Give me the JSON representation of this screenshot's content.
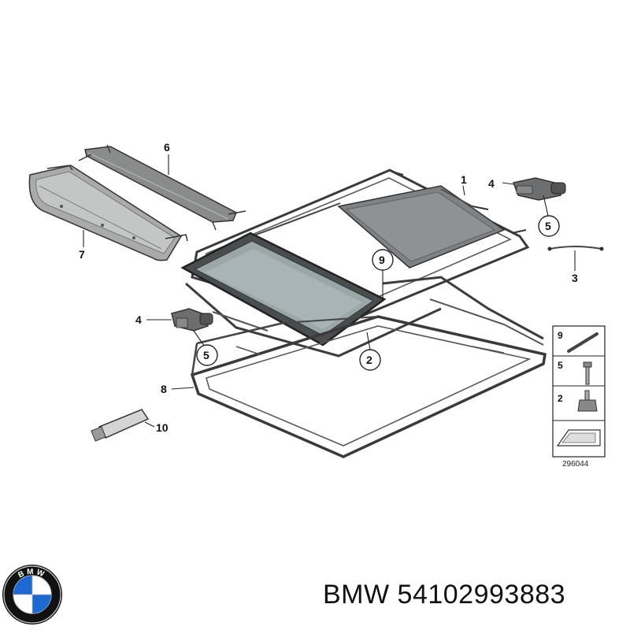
{
  "callouts": {
    "c1": "1",
    "c2": "2",
    "c3": "3",
    "c4a": "4",
    "c4b": "4",
    "c5a": "5",
    "c5b": "5",
    "c6": "6",
    "c7": "7",
    "c8": "8",
    "c9": "9",
    "c10": "10"
  },
  "legend": {
    "items": [
      {
        "label": "9"
      },
      {
        "label": "5"
      },
      {
        "label": "2"
      }
    ],
    "ref_number": "296044"
  },
  "brand": {
    "name": "BMW",
    "part_number": "54102993883",
    "logo_text": "BMW"
  },
  "colors": {
    "logo_blue": "#1c69d4",
    "logo_ring": "#111111",
    "glass": "#9aa6a8",
    "frame": "#4a4a4a"
  }
}
